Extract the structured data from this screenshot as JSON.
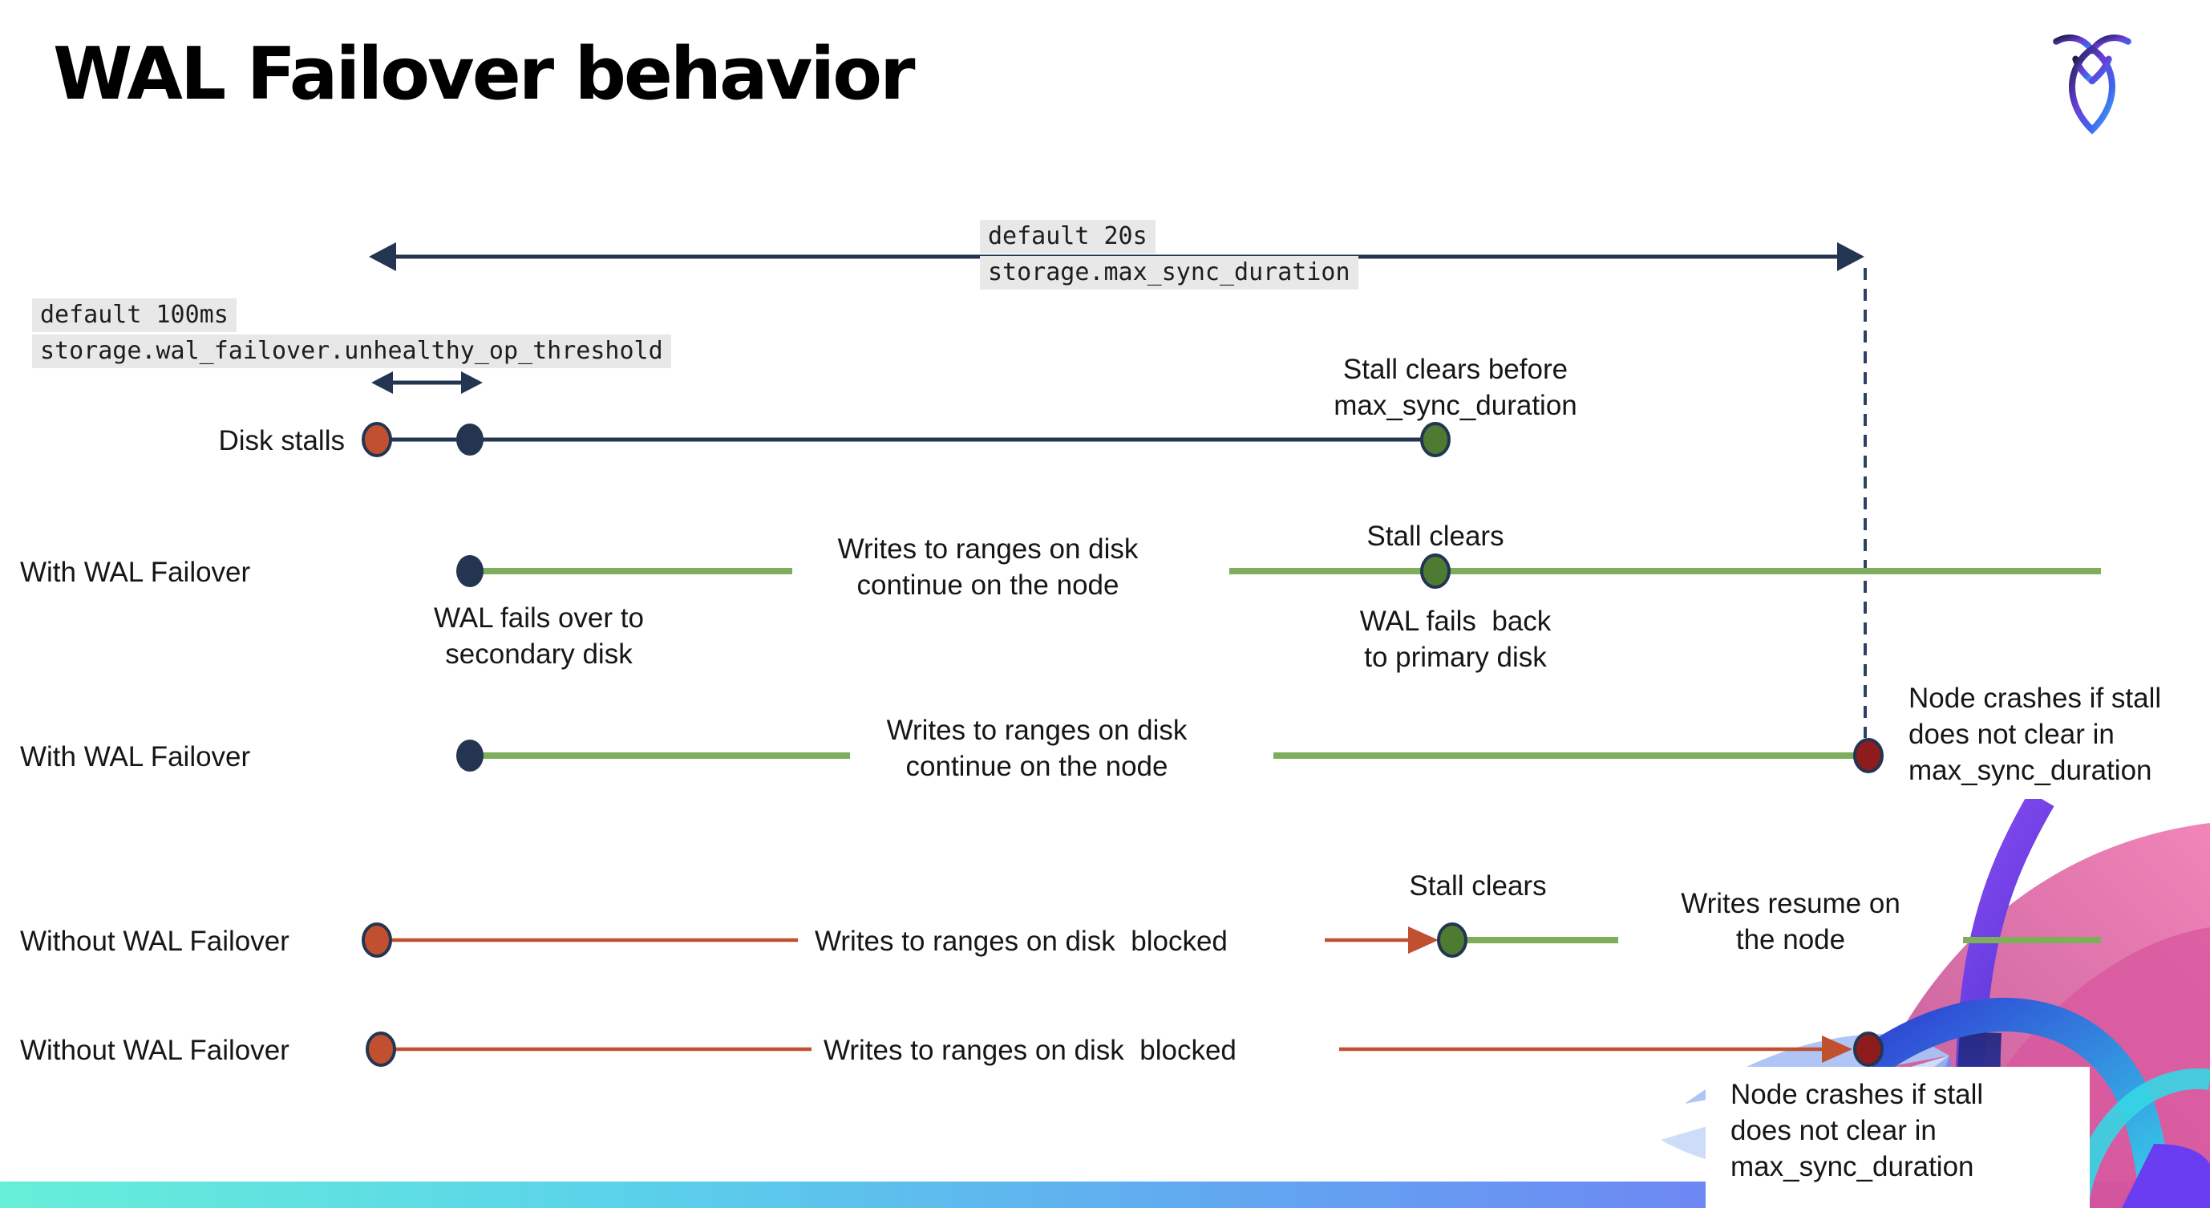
{
  "title": "WAL Failover behavior",
  "logo": {
    "name": "cockroachdb-logo"
  },
  "settings": {
    "max_sync_duration": {
      "default_label": "default 20s",
      "setting_name": "storage.max_sync_duration"
    },
    "unhealthy_op_threshold": {
      "default_label": "default 100ms",
      "setting_name": "storage.wal_failover.unhealthy_op_threshold"
    }
  },
  "rows": [
    {
      "label": "Disk stalls"
    },
    {
      "label": "With WAL Failover"
    },
    {
      "label": "With WAL Failover"
    },
    {
      "label": "Without WAL Failover"
    },
    {
      "label": "Without WAL Failover"
    }
  ],
  "captions": {
    "stall_clears_before": "Stall clears before\nmax_sync_duration",
    "stall_clears": "Stall clears",
    "writes_continue": "Writes to ranges on disk\ncontinue on the node",
    "writes_blocked": "Writes to ranges on disk  blocked",
    "writes_resume": "Writes resume on\nthe node",
    "wal_fails_over": "WAL fails over to\nsecondary disk",
    "wal_fails_back": "WAL fails  back\nto primary disk",
    "node_crashes": "Node crashes if stall\ndoes not clear in\nmax_sync_duration"
  },
  "colors": {
    "navy": "#243552",
    "green_line": "#7ead5b",
    "green_dot": "#4d7b32",
    "red": "#c0502f",
    "dark_red": "#8f1c1c",
    "highlight_bg": "#e8e8e8",
    "bar_gradient": [
      "#66efd8",
      "#5ad2ea",
      "#61a8f0",
      "#7a4df0"
    ]
  }
}
